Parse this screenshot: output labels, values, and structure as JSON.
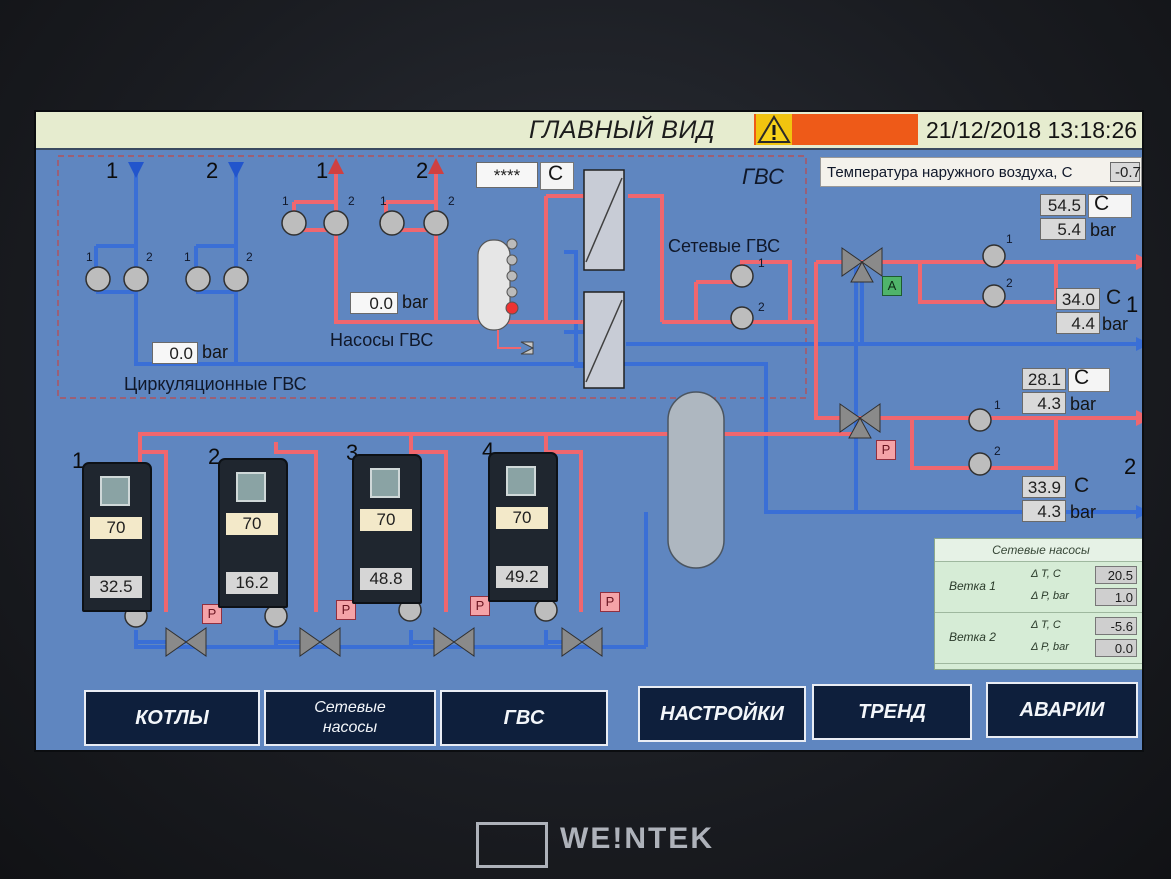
{
  "titlebar": {
    "title": "ГЛАВНЫЙ ВИД",
    "datetime": "21/12/2018 13:18:26",
    "alarm_color": "#ee5a18"
  },
  "outdoor": {
    "label": "Температура наружного воздуха, С",
    "value": "-0.7"
  },
  "dhw": {
    "section_label": "ГВС",
    "temp_value": "****",
    "temp_unit": "С",
    "pumps_label": "Насосы ГВС",
    "pumps_pressure": "0.0",
    "circ_label": "Циркуляционные ГВС",
    "circ_pressure": "0.0",
    "network_label": "Сетевые ГВС",
    "unit_bar": "bar",
    "indices": {
      "cold1": "1",
      "cold2": "2",
      "hot1": "1",
      "hot2": "2"
    },
    "pump_nums": [
      "1",
      "2"
    ]
  },
  "branches": [
    {
      "id": "1",
      "supply_temp": "54.5",
      "supply_press": "5.4",
      "return_temp": "34.0",
      "return_press": "4.4",
      "valve_mode": "A"
    },
    {
      "id": "2",
      "supply_temp": "28.1",
      "supply_press": "4.3",
      "return_temp": "33.9",
      "return_press": "4.3",
      "valve_mode": "Р"
    }
  ],
  "units": {
    "c": "С",
    "bar": "bar"
  },
  "boilers": [
    {
      "num": "1",
      "setpoint": "70",
      "temp": "32.5",
      "badge": "Р"
    },
    {
      "num": "2",
      "setpoint": "70",
      "temp": "16.2",
      "badge": "Р"
    },
    {
      "num": "3",
      "setpoint": "70",
      "temp": "48.8",
      "badge": "Р"
    },
    {
      "num": "4",
      "setpoint": "70",
      "temp": "49.2",
      "badge": "Р"
    }
  ],
  "net_pumps": {
    "title": "Сетевые насосы",
    "rows": [
      {
        "label": "Ветка 1",
        "dt_label": "Δ T, С",
        "dt": "20.5",
        "dp_label": "Δ P, bar",
        "dp": "1.0"
      },
      {
        "label": "Ветка 2",
        "dt_label": "Δ T, С",
        "dt": "-5.6",
        "dp_label": "Δ P, bar",
        "dp": "0.0"
      }
    ]
  },
  "nav": {
    "kotly": "КОТЛЫ",
    "net_pumps_line1": "Сетевые",
    "net_pumps_line2": "насосы",
    "gvs": "ГВС",
    "settings": "НАСТРОЙКИ",
    "trend": "ТРЕНД",
    "alarms": "АВАРИИ"
  },
  "brand": "WE!NTEK",
  "colors": {
    "hot": "#f0676f",
    "cold": "#3a6fd6",
    "screen": "#5f86c0"
  }
}
